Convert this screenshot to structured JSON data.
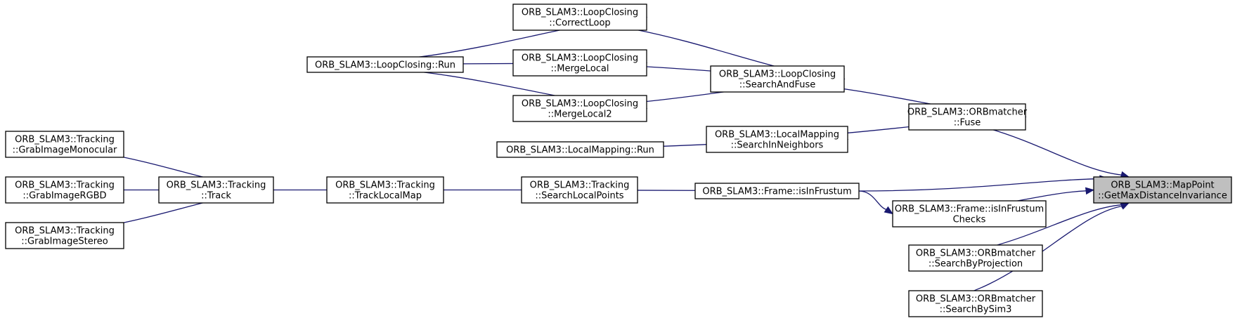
{
  "colors": {
    "edge": "#191970",
    "root_fill": "#bfbfbf",
    "node_fill": "#ffffff",
    "border": "#000000"
  },
  "nodes": {
    "getmax": {
      "lines": [
        "ORB_SLAM3::MapPoint",
        "::GetMaxDistanceInvariance"
      ],
      "root": true
    },
    "fuse": {
      "lines": [
        "ORB_SLAM3::ORBmatcher",
        "::Fuse"
      ]
    },
    "isinfrustum": {
      "lines": [
        "ORB_SLAM3::Frame::isInFrustum"
      ]
    },
    "checks": {
      "lines": [
        "ORB_SLAM3::Frame::isInFrustum",
        "Checks"
      ]
    },
    "sbproj": {
      "lines": [
        "ORB_SLAM3::ORBmatcher",
        "::SearchByProjection"
      ]
    },
    "sbsim3": {
      "lines": [
        "ORB_SLAM3::ORBmatcher",
        "::SearchBySim3"
      ]
    },
    "searchfuse": {
      "lines": [
        "ORB_SLAM3::LoopClosing",
        "::SearchAndFuse"
      ]
    },
    "searchnb": {
      "lines": [
        "ORB_SLAM3::LocalMapping",
        "::SearchInNeighbors"
      ]
    },
    "correct": {
      "lines": [
        "ORB_SLAM3::LoopClosing",
        "::CorrectLoop"
      ]
    },
    "mergelocal": {
      "lines": [
        "ORB_SLAM3::LoopClosing",
        "::MergeLocal"
      ]
    },
    "mergelocal2": {
      "lines": [
        "ORB_SLAM3::LoopClosing",
        "::MergeLocal2"
      ]
    },
    "lcrun": {
      "lines": [
        "ORB_SLAM3::LoopClosing::Run"
      ]
    },
    "lmrun": {
      "lines": [
        "ORB_SLAM3::LocalMapping::Run"
      ]
    },
    "slp": {
      "lines": [
        "ORB_SLAM3::Tracking",
        "::SearchLocalPoints"
      ]
    },
    "tlm": {
      "lines": [
        "ORB_SLAM3::Tracking",
        "::TrackLocalMap"
      ]
    },
    "track": {
      "lines": [
        "ORB_SLAM3::Tracking",
        "::Track"
      ]
    },
    "mono": {
      "lines": [
        "ORB_SLAM3::Tracking",
        "::GrabImageMonocular"
      ]
    },
    "rgbd": {
      "lines": [
        "ORB_SLAM3::Tracking",
        "::GrabImageRGBD"
      ]
    },
    "stereo": {
      "lines": [
        "ORB_SLAM3::Tracking",
        "::GrabImageStereo"
      ]
    }
  },
  "edges": [
    [
      "fuse",
      "getmax"
    ],
    [
      "isinfrustum",
      "getmax"
    ],
    [
      "checks",
      "getmax"
    ],
    [
      "sbproj",
      "getmax"
    ],
    [
      "sbsim3",
      "getmax"
    ],
    [
      "searchfuse",
      "fuse"
    ],
    [
      "searchnb",
      "fuse"
    ],
    [
      "correct",
      "searchfuse"
    ],
    [
      "mergelocal",
      "searchfuse"
    ],
    [
      "mergelocal2",
      "searchfuse"
    ],
    [
      "lcrun",
      "correct"
    ],
    [
      "lcrun",
      "mergelocal"
    ],
    [
      "lcrun",
      "mergelocal2"
    ],
    [
      "lmrun",
      "searchnb"
    ],
    [
      "slp",
      "isinfrustum"
    ],
    [
      "isinfrustum",
      "checks"
    ],
    [
      "tlm",
      "slp"
    ],
    [
      "track",
      "tlm"
    ],
    [
      "mono",
      "track"
    ],
    [
      "rgbd",
      "track"
    ],
    [
      "stereo",
      "track"
    ]
  ]
}
